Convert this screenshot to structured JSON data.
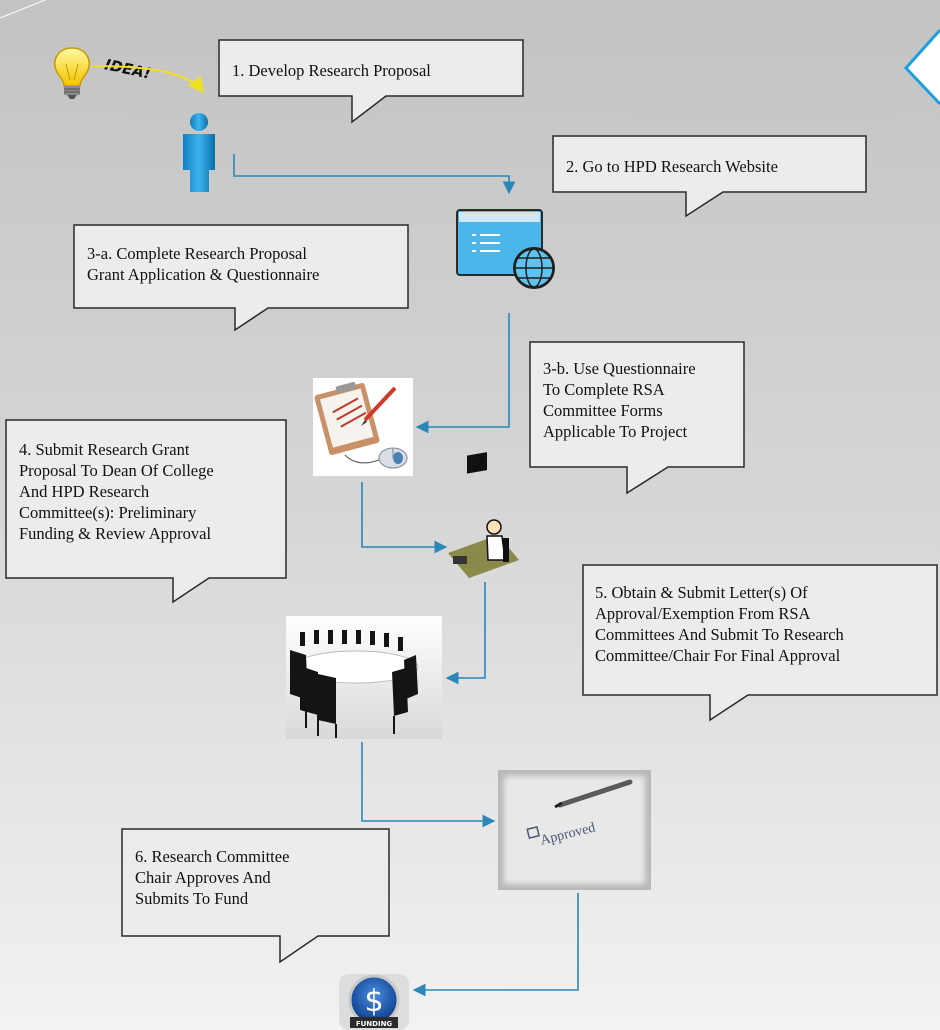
{
  "diagram": {
    "idea_label": "IDEA!",
    "steps": [
      {
        "id": "step1",
        "text": "1. Develop Research Proposal"
      },
      {
        "id": "step2",
        "text": "2. Go to HPD Research Website"
      },
      {
        "id": "step3a",
        "text": "3-a. Complete Research Proposal\nGrant Application & Questionnaire"
      },
      {
        "id": "step3b",
        "text": "3-b. Use Questionnaire\nTo Complete RSA\nCommittee Forms\nApplicable To Project"
      },
      {
        "id": "step4",
        "text": "4. Submit Research Grant\nProposal To Dean Of College\nAnd HPD Research\nCommittee(s): Preliminary\nFunding & Review Approval"
      },
      {
        "id": "step5",
        "text": "5. Obtain & Submit Letter(s) Of\nApproval/Exemption From RSA\nCommittees And Submit To Research\nCommittee/Chair For Final Approval"
      },
      {
        "id": "step6",
        "text": "6. Research Committee\nChair Approves And\nSubmits To Fund"
      }
    ],
    "approved_label": "Approved",
    "funding_label": "FUNDING",
    "dollar_symbol": "$",
    "colors": {
      "connector": "#2a87b8",
      "callout_fill": "#ececec",
      "accent": "#1aa0e0"
    }
  }
}
